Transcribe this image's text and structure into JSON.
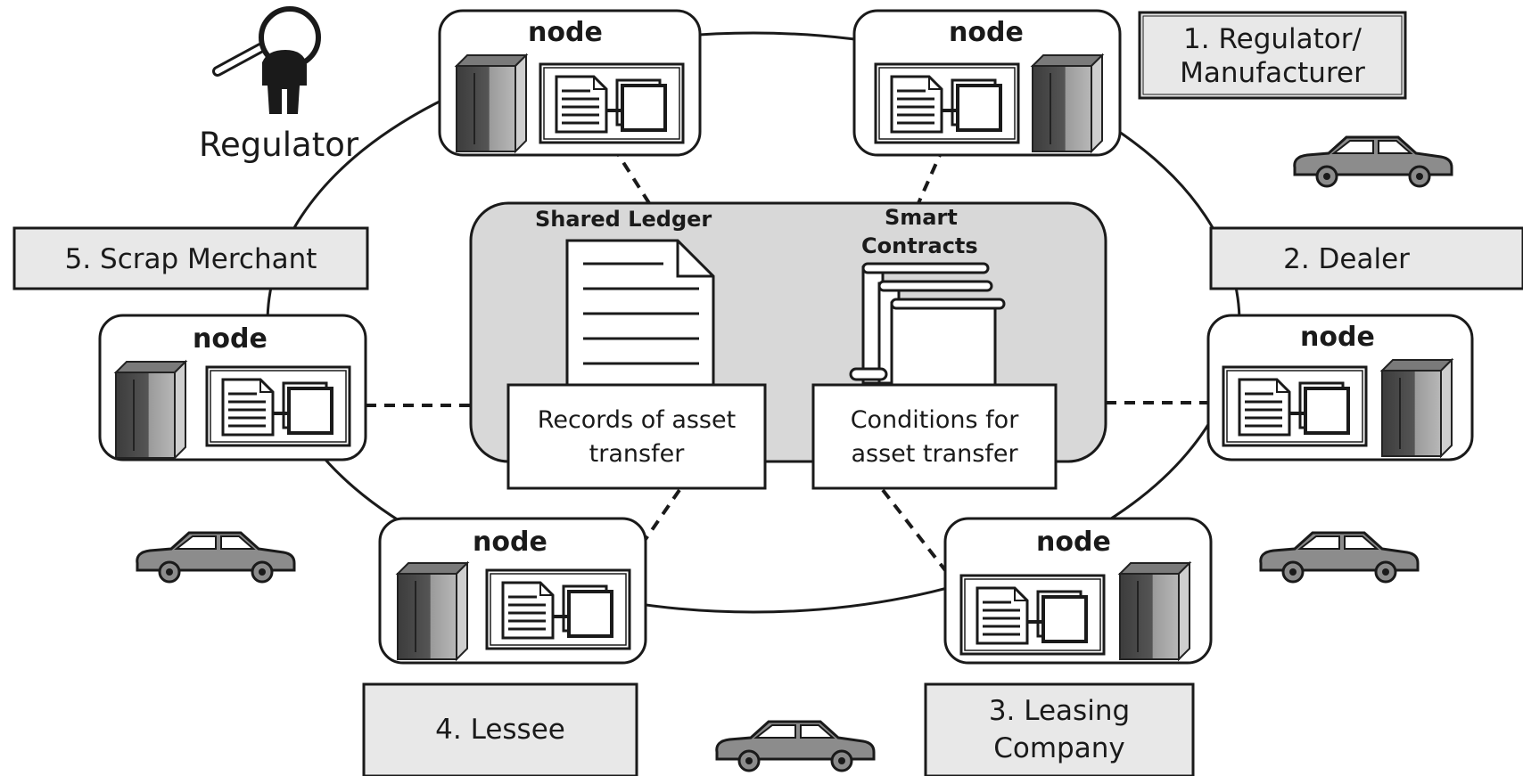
{
  "diagram": {
    "regulator_label": "Regulator",
    "node_label": "node",
    "ledger": {
      "shared_ledger_label": "Shared Ledger",
      "smart_contracts_label_line1": "Smart",
      "smart_contracts_label_line2": "Contracts",
      "records_line1": "Records of asset",
      "records_line2": "transfer",
      "conditions_line1": "Conditions for",
      "conditions_line2": "asset transfer"
    },
    "parties": {
      "regulator_manufacturer_line1": "1. Regulator/",
      "regulator_manufacturer_line2": "Manufacturer",
      "dealer": "2. Dealer",
      "leasing_line1": "3. Leasing",
      "leasing_line2": "Company",
      "lessee": "4. Lessee",
      "scrap_merchant": "5. Scrap Merchant"
    },
    "colors": {
      "panel_fill": "#d8d8d8",
      "party_fill": "#e8e8e8",
      "server_dark": "#4a4a4a",
      "server_light": "#a8a8a8",
      "car_fill": "#8c8c8c",
      "line": "#1a1a1a"
    }
  }
}
